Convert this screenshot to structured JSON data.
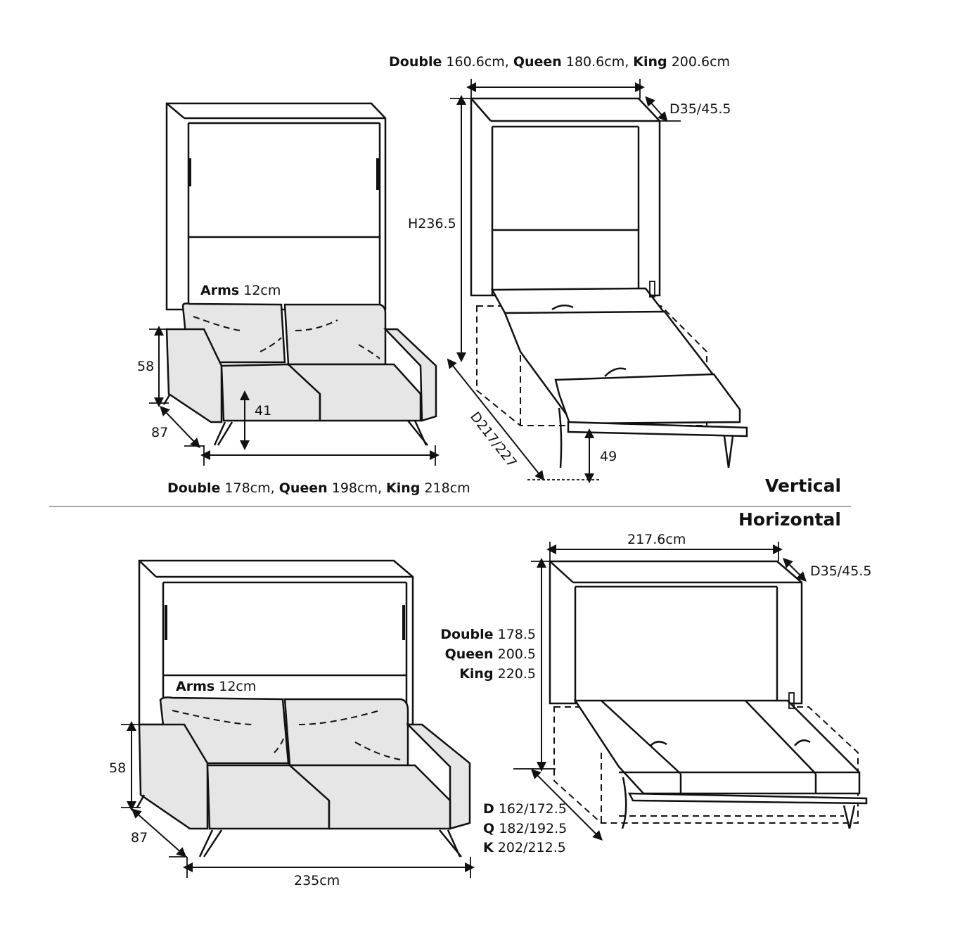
{
  "vertical": {
    "title": "Vertical",
    "width_label": [
      {
        "b": "Double",
        "t": " 160.6cm, "
      },
      {
        "b": "Queen",
        "t": " 180.6cm, "
      },
      {
        "b": "King",
        "t": " 200.6cm"
      }
    ],
    "depth_label": "D35/45.5",
    "height_label": "H236.5",
    "arms_label": {
      "b": "Arms",
      "t": " 12cm"
    },
    "sofa_height": "58",
    "sofa_depth": "87",
    "seat_height": "41",
    "bed_height": "49",
    "open_depth": "D217/227",
    "sofa_width_label": [
      {
        "b": "Double",
        "t": " 178cm, "
      },
      {
        "b": "Queen",
        "t": " 198cm, "
      },
      {
        "b": "King",
        "t": " 218cm"
      }
    ]
  },
  "horizontal": {
    "title": "Horizontal",
    "width_label": "217.6cm",
    "depth_label": "D35/45.5",
    "height_lines": [
      {
        "b": "Double",
        "t": " 178.5"
      },
      {
        "b": "Queen",
        "t": " 200.5"
      },
      {
        "b": "King",
        "t": " 220.5"
      }
    ],
    "open_depth_lines": [
      {
        "b": "D",
        "t": " 162/172.5"
      },
      {
        "b": "Q",
        "t": " 182/192.5"
      },
      {
        "b": "K",
        "t": " 202/212.5"
      }
    ],
    "arms_label": {
      "b": "Arms",
      "t": " 12cm"
    },
    "sofa_height": "58",
    "sofa_depth": "87",
    "sofa_width": "235cm"
  }
}
